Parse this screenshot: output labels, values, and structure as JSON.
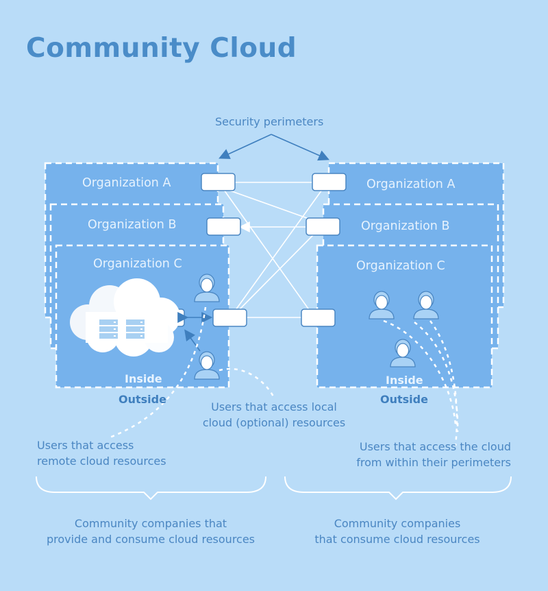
{
  "title": "Community Cloud",
  "colors": {
    "background": "#b9dcf8",
    "org_fill": "#76b2ec",
    "accent": "#4a8cc8",
    "white": "#ffffff"
  },
  "security_label": "Security perimeters",
  "left_group": {
    "orgs": [
      "Organization A",
      "Organization B",
      "Organization C"
    ],
    "inside": "Inside",
    "outside": "Outside",
    "contents": [
      "cloud-icon",
      "server-icon",
      "server-icon",
      "user-icon",
      "user-icon"
    ]
  },
  "right_group": {
    "orgs": [
      "Organization A",
      "Organization B",
      "Organization C"
    ],
    "inside": "Inside",
    "outside": "Outside",
    "contents": [
      "user-icon",
      "user-icon",
      "user-icon"
    ]
  },
  "annotations": {
    "local_users": [
      "Users that access local",
      "cloud (optional) resources"
    ],
    "remote_users": [
      "Users that access",
      "remote cloud resources"
    ],
    "within_users": [
      "Users that access the cloud",
      "from within their perimeters"
    ]
  },
  "groups": {
    "left": [
      "Community companies that",
      "provide and consume cloud resources"
    ],
    "right": [
      "Community companies",
      "that consume cloud resources"
    ]
  }
}
